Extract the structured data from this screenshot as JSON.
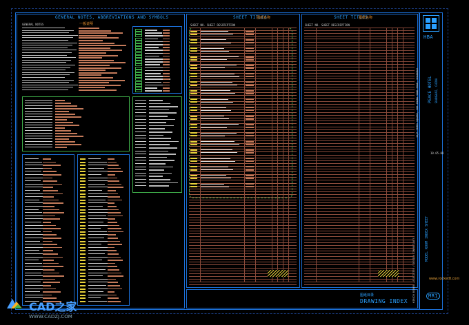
{
  "sheet": {
    "general_notes_title": "GENERAL NOTES, ABBREVIATIONS AND SYMBOLS",
    "sheet_titles_1": "SHEET TITLES",
    "sheet_titles_1_cn": "图纸名称",
    "sheet_titles_2": "SHEET TITLES",
    "sheet_titles_2_cn": "图纸名称",
    "general_notes_cn": "一般说明",
    "general_notes_sub": "GENERAL NOTES",
    "sheet_no_hdr": "SHEET NO.",
    "sheet_desc_hdr": "SHEET DESCRIPTION",
    "drawing_index": "DRAWING INDEX",
    "drawing_index_cn": "图纸目录",
    "sheet_label": "MR1",
    "project": "PEACE HOTEL",
    "city": "SHANGHAI, CHINA",
    "firm": "HBA",
    "sheet_name": "MODEL ROOM INDEX SHEET",
    "date": "10.05.08",
    "consultants": "HIRSCH BEDNER ASSOCIATES / DESIGN CONSULTANTS",
    "address": "19/F TIMES SQUARE, 500 ZHANG YANG ROAD, SHANGHAI"
  },
  "watermark": {
    "brand": "CAD之家",
    "url": "WWW.CADZJ.COM",
    "site": "www.rocket8.com"
  }
}
